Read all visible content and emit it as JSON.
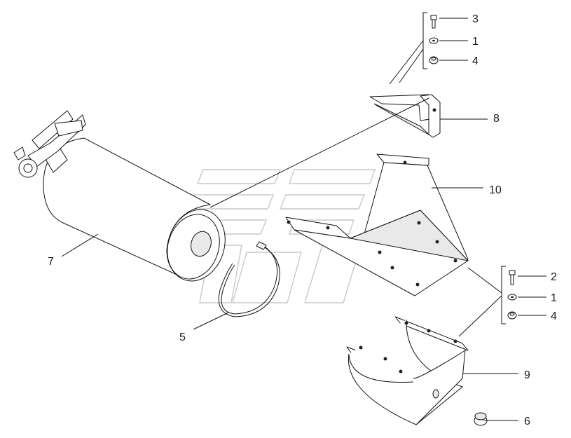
{
  "diagram": {
    "labels": [
      {
        "id": "3",
        "text": "3"
      },
      {
        "id": "1a",
        "text": "1"
      },
      {
        "id": "4a",
        "text": "4"
      },
      {
        "id": "8",
        "text": "8"
      },
      {
        "id": "10",
        "text": "10"
      },
      {
        "id": "7",
        "text": "7"
      },
      {
        "id": "5",
        "text": "5"
      },
      {
        "id": "2",
        "text": "2"
      },
      {
        "id": "1b",
        "text": "1"
      },
      {
        "id": "4b",
        "text": "4"
      },
      {
        "id": "9",
        "text": "9"
      },
      {
        "id": "6",
        "text": "6"
      }
    ]
  }
}
